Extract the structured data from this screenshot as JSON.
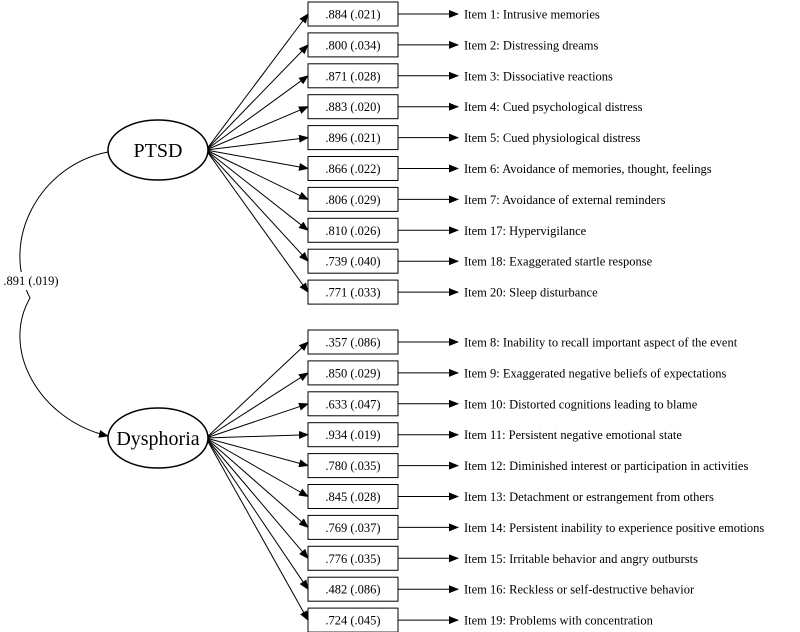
{
  "correlation": ".891 (.019)",
  "factors": [
    {
      "name": "PTSD",
      "items": [
        {
          "loading": ".884 (.021)",
          "label": "Item 1: Intrusive memories"
        },
        {
          "loading": ".800 (.034)",
          "label": "Item 2: Distressing dreams"
        },
        {
          "loading": ".871 (.028)",
          "label": "Item 3: Dissociative reactions"
        },
        {
          "loading": ".883 (.020)",
          "label": "Item 4: Cued psychological distress"
        },
        {
          "loading": ".896 (.021)",
          "label": "Item 5: Cued physiological distress"
        },
        {
          "loading": ".866 (.022)",
          "label": "Item 6: Avoidance of memories, thought, feelings"
        },
        {
          "loading": ".806 (.029)",
          "label": "Item 7: Avoidance of external reminders"
        },
        {
          "loading": ".810 (.026)",
          "label": "Item 17: Hypervigilance"
        },
        {
          "loading": ".739 (.040)",
          "label": "Item 18: Exaggerated startle response"
        },
        {
          "loading": ".771 (.033)",
          "label": "Item 20: Sleep disturbance"
        }
      ]
    },
    {
      "name": "Dysphoria",
      "items": [
        {
          "loading": ".357 (.086)",
          "label": "Item 8: Inability to recall important aspect of the event"
        },
        {
          "loading": ".850 (.029)",
          "label": "Item 9: Exaggerated negative beliefs of expectations"
        },
        {
          "loading": ".633 (.047)",
          "label": "Item 10: Distorted cognitions leading to blame"
        },
        {
          "loading": ".934 (.019)",
          "label": "Item 11: Persistent negative emotional state"
        },
        {
          "loading": ".780 (.035)",
          "label": "Item 12: Diminished interest or participation in activities"
        },
        {
          "loading": ".845 (.028)",
          "label": "Item 13: Detachment or estrangement from others"
        },
        {
          "loading": ".769 (.037)",
          "label": "Item 14: Persistent inability to experience positive emotions"
        },
        {
          "loading": ".776 (.035)",
          "label": "Item 15: Irritable behavior and angry outbursts"
        },
        {
          "loading": ".482 (.086)",
          "label": "Item 16: Reckless or self-destructive behavior"
        },
        {
          "loading": ".724 (.045)",
          "label": "Item 19: Problems with concentration"
        }
      ]
    }
  ]
}
